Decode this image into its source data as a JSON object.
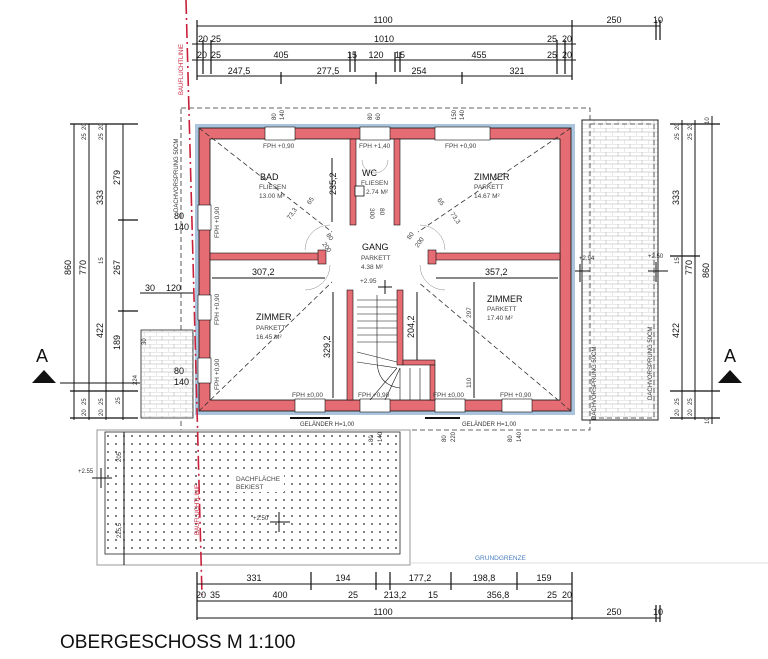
{
  "title": "OBERGESCHOSS M 1:100",
  "section_marker": "A",
  "colors": {
    "wall": "#e66c74",
    "insulation": "#a9c4dc",
    "building_line": "#c8203a",
    "property_line": "#4a7fc0"
  },
  "rooms": [
    {
      "name": "BAD",
      "floor": "FLIESEN",
      "area": "13.00 M²"
    },
    {
      "name": "WC",
      "floor": "FLIESEN",
      "area": "2.74 M²"
    },
    {
      "name": "ZIMMER",
      "floor": "PARKETT",
      "area": "14.67 M²"
    },
    {
      "name": "GANG",
      "floor": "PARKETT",
      "area": "4.38 M²"
    },
    {
      "name": "ZIMMER",
      "floor": "PARKETT",
      "area": "16.45 M²"
    },
    {
      "name": "ZIMMER",
      "floor": "PARKETT",
      "area": "17.40 M²"
    }
  ],
  "windows": {
    "fph_090": "FPH +0,90",
    "fph_140": "FPH +1,40",
    "fph_000": "FPH ±0,00"
  },
  "labels": {
    "building_line": "BAUFLUCHTLINIE",
    "overhang": "DACHVORSPRUNG 50CM",
    "roof_area": "DACHFLÄCHE",
    "gravel": "BEKIEST",
    "property_line": "GRUNDGRENZE",
    "railing": "GELÄNDER H=1,00"
  },
  "levels": {
    "gang": "+2.95",
    "terrace_a": "+2.94",
    "terrace_b": "+2.50",
    "roof_left": "+2.55",
    "roof_center": "+2.50"
  },
  "dims_top": {
    "row1": [
      "1100",
      "250",
      "10"
    ],
    "row2": [
      "20",
      "25",
      "1010",
      "25",
      "20"
    ],
    "row3": [
      "20",
      "25",
      "405",
      "15",
      "120",
      "15",
      "455",
      "25",
      "20"
    ],
    "row4": [
      "247,5",
      "277,5",
      "254",
      "321"
    ],
    "openings": [
      "80",
      "140",
      "80",
      "60",
      "150",
      "140"
    ]
  },
  "dims_bottom": {
    "row1": [
      "331",
      "194",
      "177,2",
      "198,8",
      "159"
    ],
    "row2": [
      "20",
      "35",
      "400",
      "25",
      "213,2",
      "15",
      "356,8",
      "25",
      "20"
    ],
    "row3": [
      "1100",
      "250",
      "10"
    ],
    "openings": [
      "80",
      "140",
      "80",
      "220",
      "80",
      "140"
    ]
  },
  "dims_left": {
    "col1": [
      "860"
    ],
    "col2": [
      "25",
      "20",
      "770",
      "25",
      "20"
    ],
    "col3": [
      "25",
      "20",
      "333",
      "15",
      "422",
      "25",
      "20"
    ],
    "col4": [
      "279",
      "267",
      "189",
      "224",
      "25"
    ],
    "misc": [
      "30",
      "120",
      "30",
      "80",
      "140",
      "80",
      "140"
    ]
  },
  "dims_right": {
    "col1": [
      "25",
      "20",
      "333",
      "15",
      "422",
      "25",
      "20"
    ],
    "col2": [
      "25",
      "20",
      "770",
      "25",
      "20"
    ],
    "col3": [
      "10",
      "860",
      "10"
    ]
  },
  "dims_interior": [
    "235,2",
    "307,2",
    "357,2",
    "329,2",
    "204,2",
    "297",
    "110",
    "73,3",
    "65",
    "80",
    "200",
    "300",
    "80"
  ],
  "dims_roof": [
    "205",
    "225,5"
  ]
}
